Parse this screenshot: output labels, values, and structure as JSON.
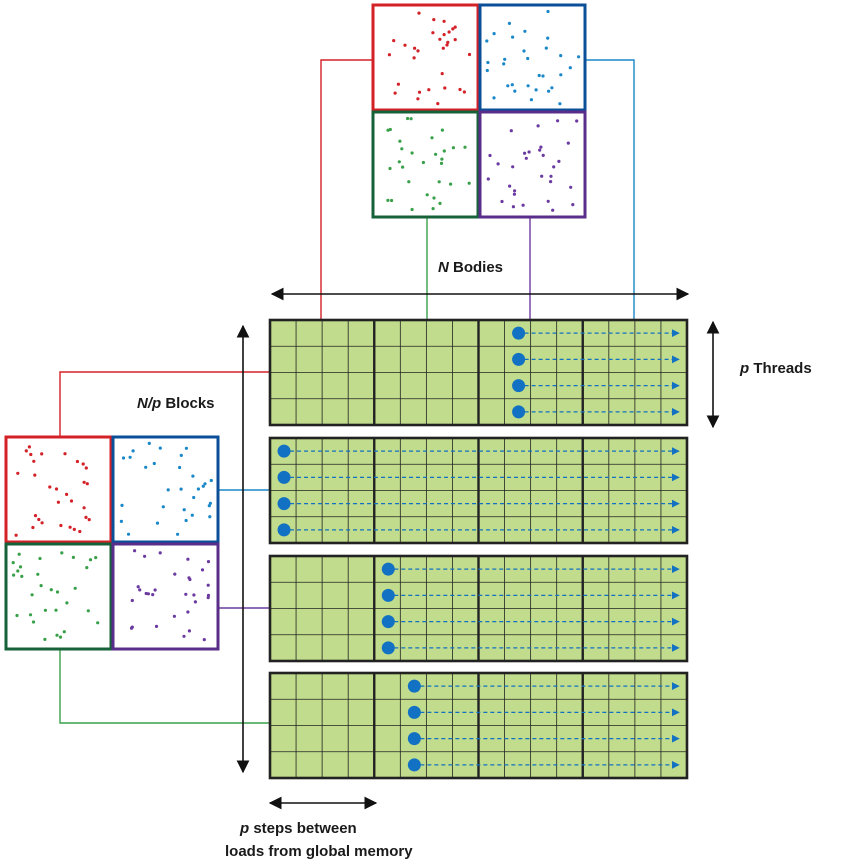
{
  "labels": {
    "n_bodies_var": "N",
    "n_bodies_text": " Bodies",
    "blocks_var": "N/p",
    "blocks_text": " Blocks",
    "threads_var": "p",
    "threads_text": " Threads",
    "steps_line1_var": "p",
    "steps_line1_text": " steps between",
    "steps_line2": "loads from global memory"
  },
  "colors": {
    "red": "#d42027",
    "blue": "#0a4f97",
    "blue_light": "#1a87c8",
    "green": "#15623a",
    "green_light": "#39a04a",
    "purple": "#5a2d8a",
    "purple_light": "#6b3aa0",
    "grid_fill": "#c0dc8c",
    "grid_line": "#222222",
    "thread_dot": "#1271c2",
    "arrow_dash": "#1271c2"
  },
  "grid": {
    "blocks": 4,
    "tiles_per_row": 4,
    "threads_per_tile": 4,
    "thread_start_tile": [
      2,
      0,
      1,
      1
    ],
    "thread_start_col": [
      1,
      0,
      0,
      1
    ]
  }
}
